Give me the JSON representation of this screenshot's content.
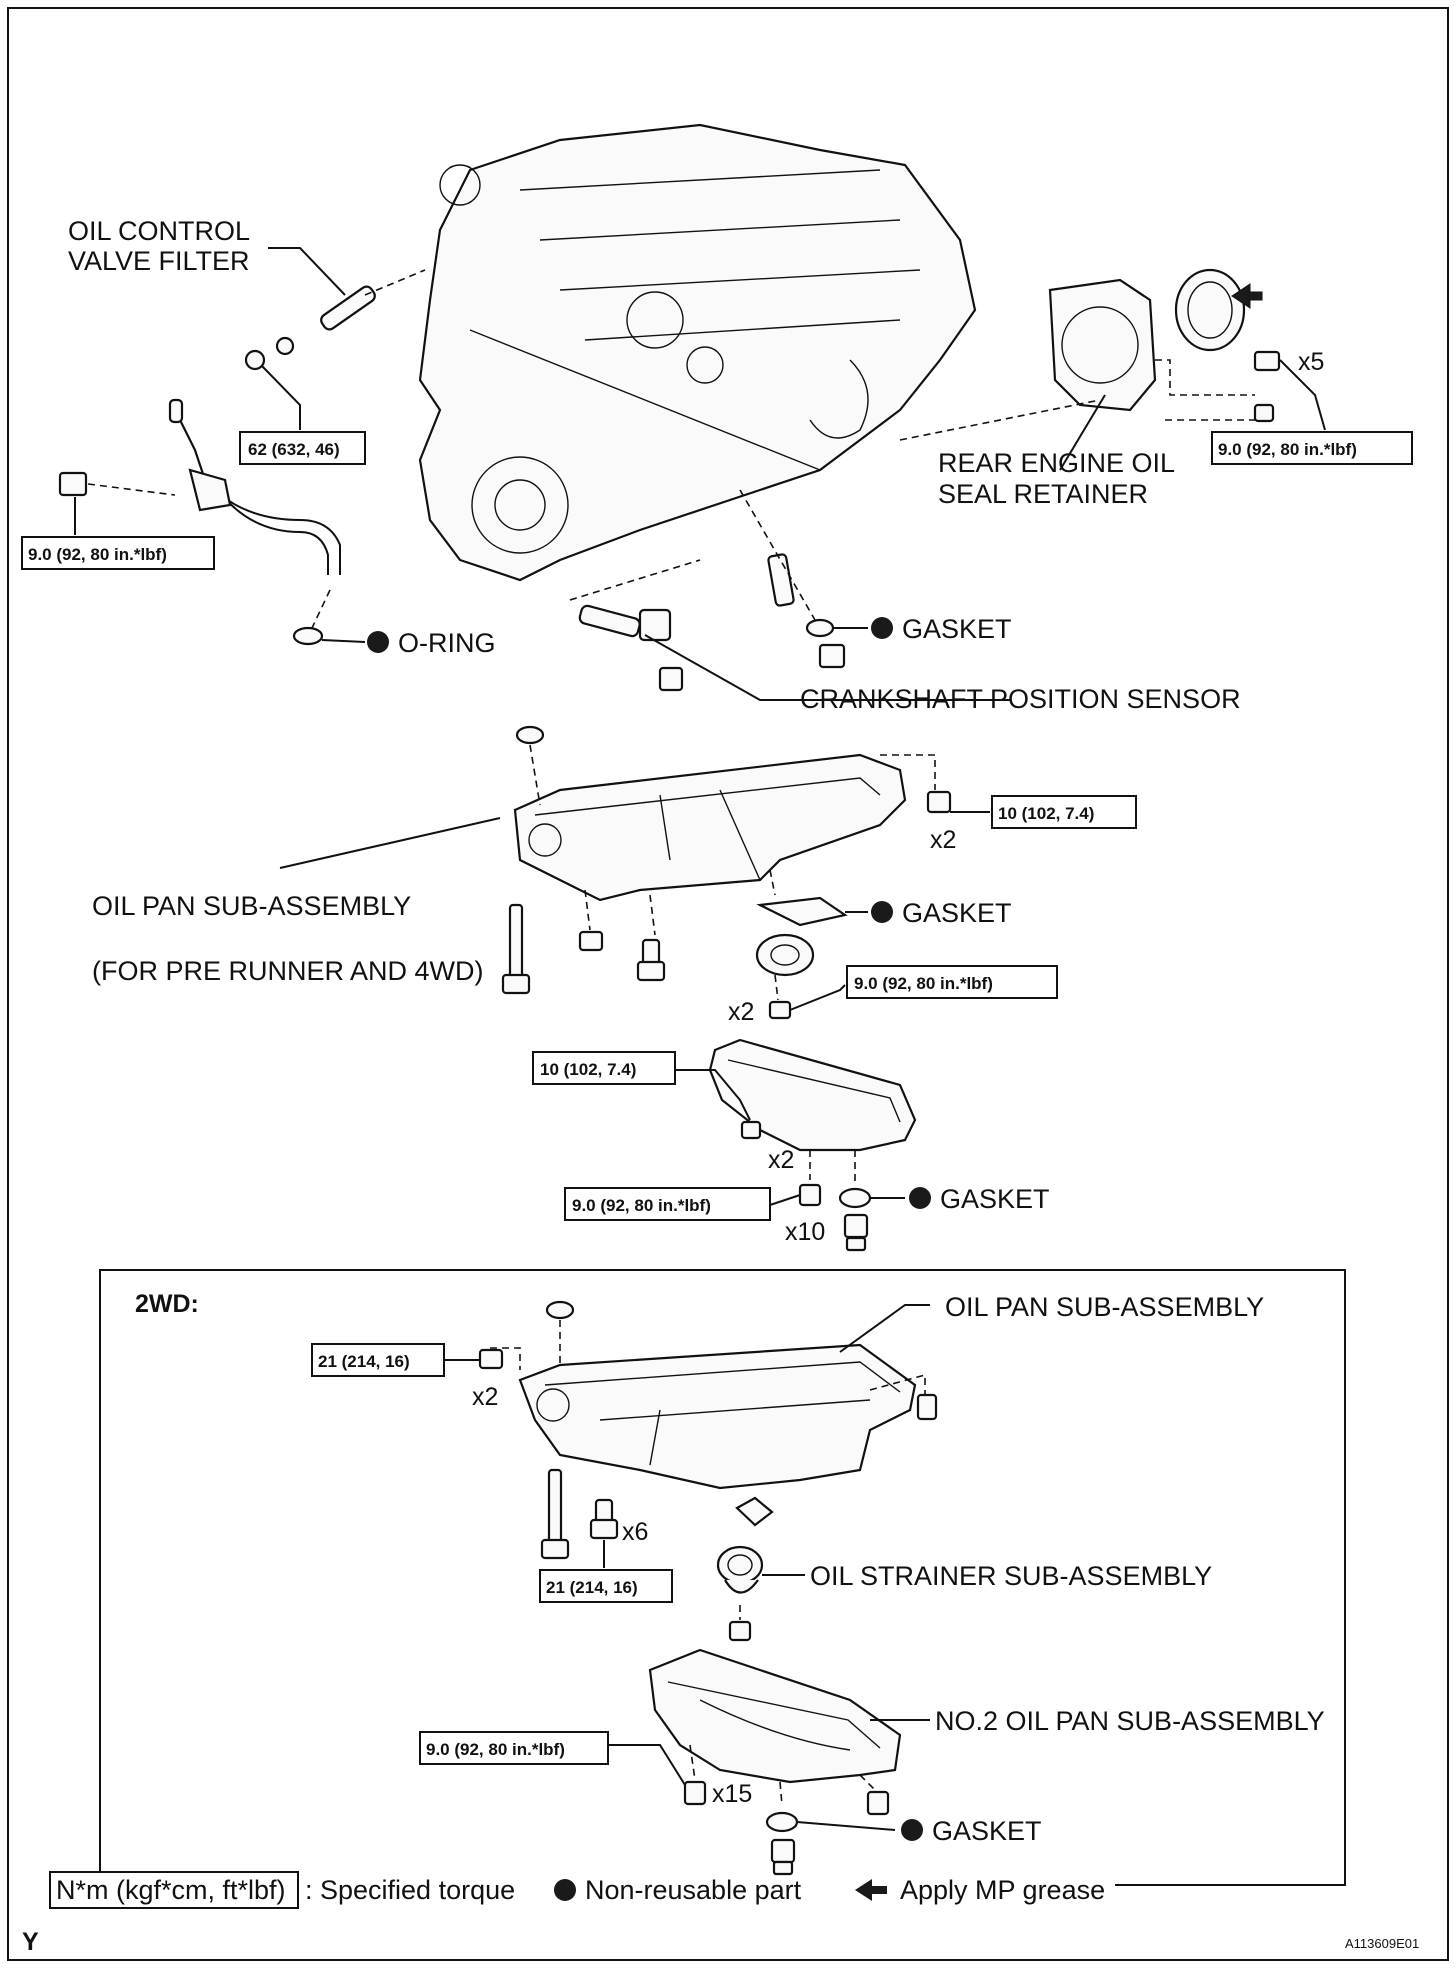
{
  "labels": {
    "ocv_filter_1": "OIL CONTROL",
    "ocv_filter_2": "VALVE FILTER",
    "rear_seal_1": "REAR ENGINE OIL",
    "rear_seal_2": "SEAL RETAINER",
    "o_ring": "O-RING",
    "gasket": "GASKET",
    "crank_sensor": "CRANKSHAFT POSITION SENSOR",
    "oil_pan_1": "OIL PAN SUB-ASSEMBLY",
    "oil_pan_2": "(FOR PRE RUNNER AND 4WD)",
    "section_2wd": "2WD:",
    "oil_pan_2wd": "OIL PAN SUB-ASSEMBLY",
    "oil_strainer": "OIL STRAINER SUB-ASSEMBLY",
    "no2_oil_pan": "NO.2 OIL PAN SUB-ASSEMBLY"
  },
  "torques": {
    "t62": "62 (632, 46)",
    "t9": "9.0 (92, 80 in.*lbf)",
    "t10": "10 (102, 7.4)",
    "t21": "21 (214, 16)"
  },
  "quantities": {
    "x2": "x2",
    "x5": "x5",
    "x6": "x6",
    "x10": "x10",
    "x15": "x15"
  },
  "legend": {
    "torque_unit": "N*m (kgf*cm, ft*lbf)",
    "torque_desc": ": Specified torque",
    "non_reusable": "Non-reusable part",
    "mp_grease": "Apply MP grease"
  },
  "corner_letter": "Y",
  "figure_id": "A113609E01"
}
